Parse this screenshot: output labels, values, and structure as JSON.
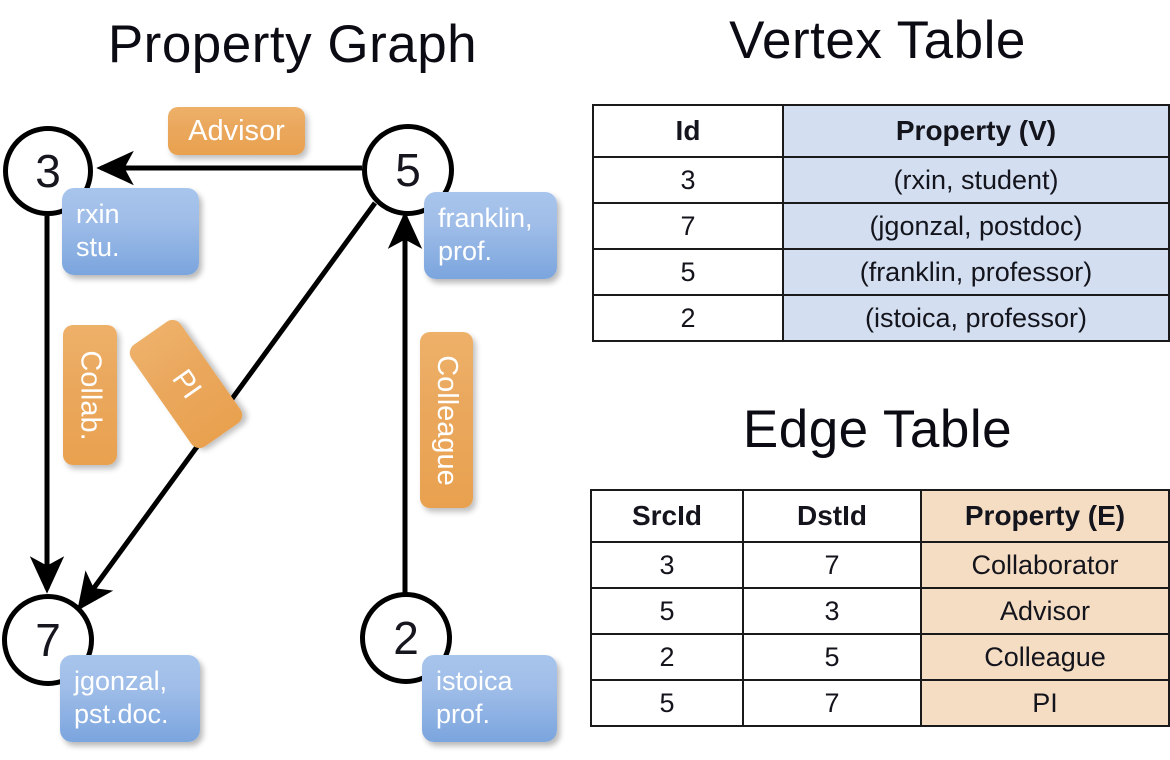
{
  "titles": {
    "property_graph": "Property Graph",
    "vertex_table": "Vertex Table",
    "edge_table": "Edge Table"
  },
  "colors": {
    "vertex_property_fill": "#d3dff1",
    "edge_property_fill": "#f5ddc4",
    "node_property_box": "#9fbde8",
    "edge_label_box": "#eaa85e",
    "stroke": "#000000",
    "background": "#ffffff"
  },
  "graph": {
    "nodes": [
      {
        "id": "3",
        "property": "rxin\nstu."
      },
      {
        "id": "5",
        "property": "franklin,\nprof."
      },
      {
        "id": "7",
        "property": "jgonzal,\npst.doc."
      },
      {
        "id": "2",
        "property": "istoica\nprof."
      }
    ],
    "edge_labels": [
      {
        "name": "advisor-label",
        "text": "Advisor"
      },
      {
        "name": "collab-label",
        "text": "Collab."
      },
      {
        "name": "pi-label",
        "text": "PI"
      },
      {
        "name": "colleague-label",
        "text": "Colleague"
      }
    ],
    "edges": [
      {
        "from": "5",
        "to": "3",
        "label": "Advisor"
      },
      {
        "from": "3",
        "to": "7",
        "label": "Collab."
      },
      {
        "from": "5",
        "to": "7",
        "label": "PI"
      },
      {
        "from": "2",
        "to": "5",
        "label": "Colleague"
      }
    ]
  },
  "vertex_table": {
    "headers": [
      "Id",
      "Property (V)"
    ],
    "rows": [
      {
        "id": "3",
        "property": "(rxin, student)"
      },
      {
        "id": "7",
        "property": "(jgonzal, postdoc)"
      },
      {
        "id": "5",
        "property": "(franklin, professor)"
      },
      {
        "id": "2",
        "property": "(istoica, professor)"
      }
    ]
  },
  "edge_table": {
    "headers": [
      "SrcId",
      "DstId",
      "Property (E)"
    ],
    "rows": [
      {
        "src": "3",
        "dst": "7",
        "property": "Collaborator"
      },
      {
        "src": "5",
        "dst": "3",
        "property": "Advisor"
      },
      {
        "src": "2",
        "dst": "5",
        "property": "Colleague"
      },
      {
        "src": "5",
        "dst": "7",
        "property": "PI"
      }
    ]
  }
}
